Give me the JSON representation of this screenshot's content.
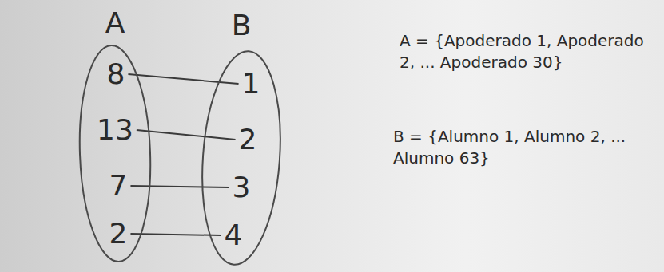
{
  "diagram": {
    "nodes": [
      {
        "text": [
          "A"
        ]
      },
      {
        "text": [
          "B"
        ]
      },
      {
        "text": [
          "8"
        ],
        "in": 0
      },
      {
        "text": [
          "13"
        ],
        "in": 0
      },
      {
        "text": [
          "7"
        ],
        "in": 0
      },
      {
        "text": [
          "2"
        ],
        "in": 0
      },
      {
        "text": [
          "1"
        ],
        "in": 1
      },
      {
        "text": [
          "2"
        ],
        "in": 1
      },
      {
        "text": [
          "3"
        ],
        "in": 1
      },
      {
        "text": [
          "4"
        ],
        "in": 1
      }
    ],
    "edges": [
      {
        "from": 2,
        "to": 6,
        "arrow": "none"
      },
      {
        "from": 3,
        "to": 7,
        "arrow": "none"
      },
      {
        "from": 4,
        "to": 8,
        "arrow": "none"
      },
      {
        "from": 5,
        "to": 9,
        "arrow": "none"
      }
    ],
    "labels": [
      "A = {Apoderado 1, Apoderado 2, ... Apoderado 30}",
      "B = {Alumno 1, Alumno 2, ... Alumno 63}"
    ]
  }
}
